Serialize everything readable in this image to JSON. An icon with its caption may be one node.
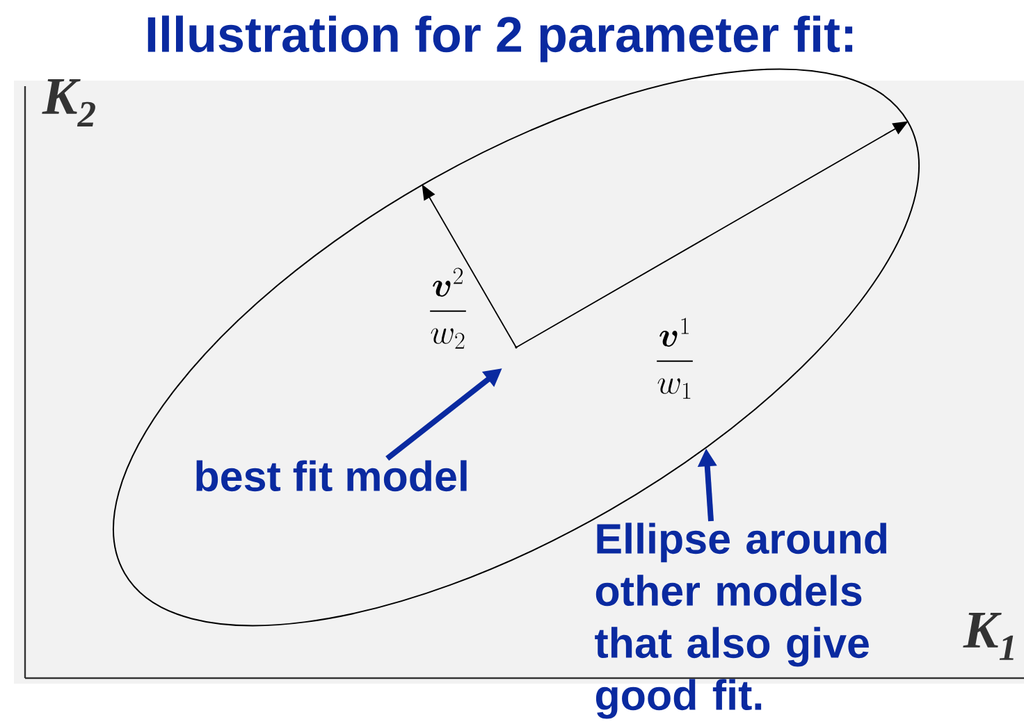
{
  "diagram": {
    "title": "Illustration for 2 parameter fit:",
    "nodes": [
      {
        "text": [],
        "shape": "ellipse"
      },
      {
        "text": [
          "best fit model"
        ],
        "in": 0
      },
      {
        "text": [
          "Ellipse around other models that also give good fit."
        ]
      },
      {
        "text": [],
        "shape": "point",
        "in": 0
      }
    ],
    "edges": [
      {
        "from": 1,
        "to": 3,
        "arrow": "to"
      },
      {
        "from": 2,
        "to": 0,
        "arrow": "to"
      }
    ],
    "labels": [
      "K$_{2}$",
      "\\frac{\\boldsymbol{v}^{2}}{w_{2}}",
      "\\frac{\\boldsymbol{v}^{1}}{w_{1}}",
      "K$_{1}$"
    ]
  }
}
